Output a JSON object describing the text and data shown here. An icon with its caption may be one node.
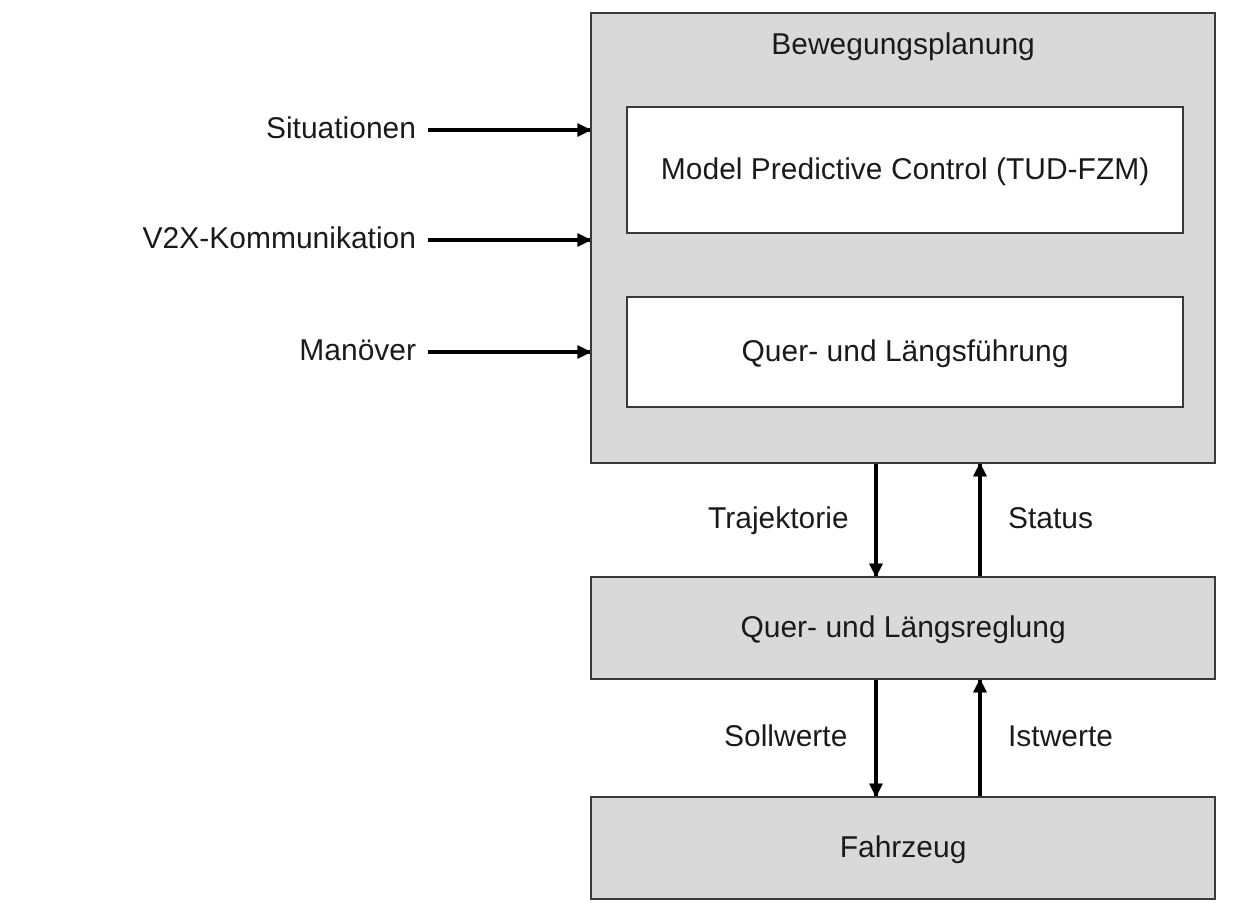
{
  "diagram": {
    "nodes": [
      {
        "text": [
          "Bewegungsplanung"
        ]
      },
      {
        "text": [
          "Model Predictive Control (TUD-FZM)"
        ],
        "in": 0
      },
      {
        "text": [
          "Quer- und Längsführung"
        ],
        "in": 0
      },
      {
        "text": [
          "Quer- und Längsreglung"
        ]
      },
      {
        "text": [
          "Fahrzeug"
        ]
      },
      {
        "text": [
          "Situationen"
        ]
      },
      {
        "text": [
          "V2X-Kommunikation"
        ]
      },
      {
        "text": [
          "Manöver"
        ]
      }
    ],
    "edges": [
      {
        "from": 5,
        "to": 0,
        "arrow": "to"
      },
      {
        "from": 6,
        "to": 0,
        "arrow": "to"
      },
      {
        "from": 7,
        "to": 0,
        "arrow": "to"
      },
      {
        "from": 0,
        "to": 3,
        "arrow": "to",
        "label": "Trajektorie"
      },
      {
        "from": 3,
        "to": 0,
        "arrow": "to",
        "label": "Status"
      },
      {
        "from": 3,
        "to": 4,
        "arrow": "to",
        "label": "Sollwerte"
      },
      {
        "from": 4,
        "to": 3,
        "arrow": "to",
        "label": "Istwerte"
      }
    ]
  }
}
